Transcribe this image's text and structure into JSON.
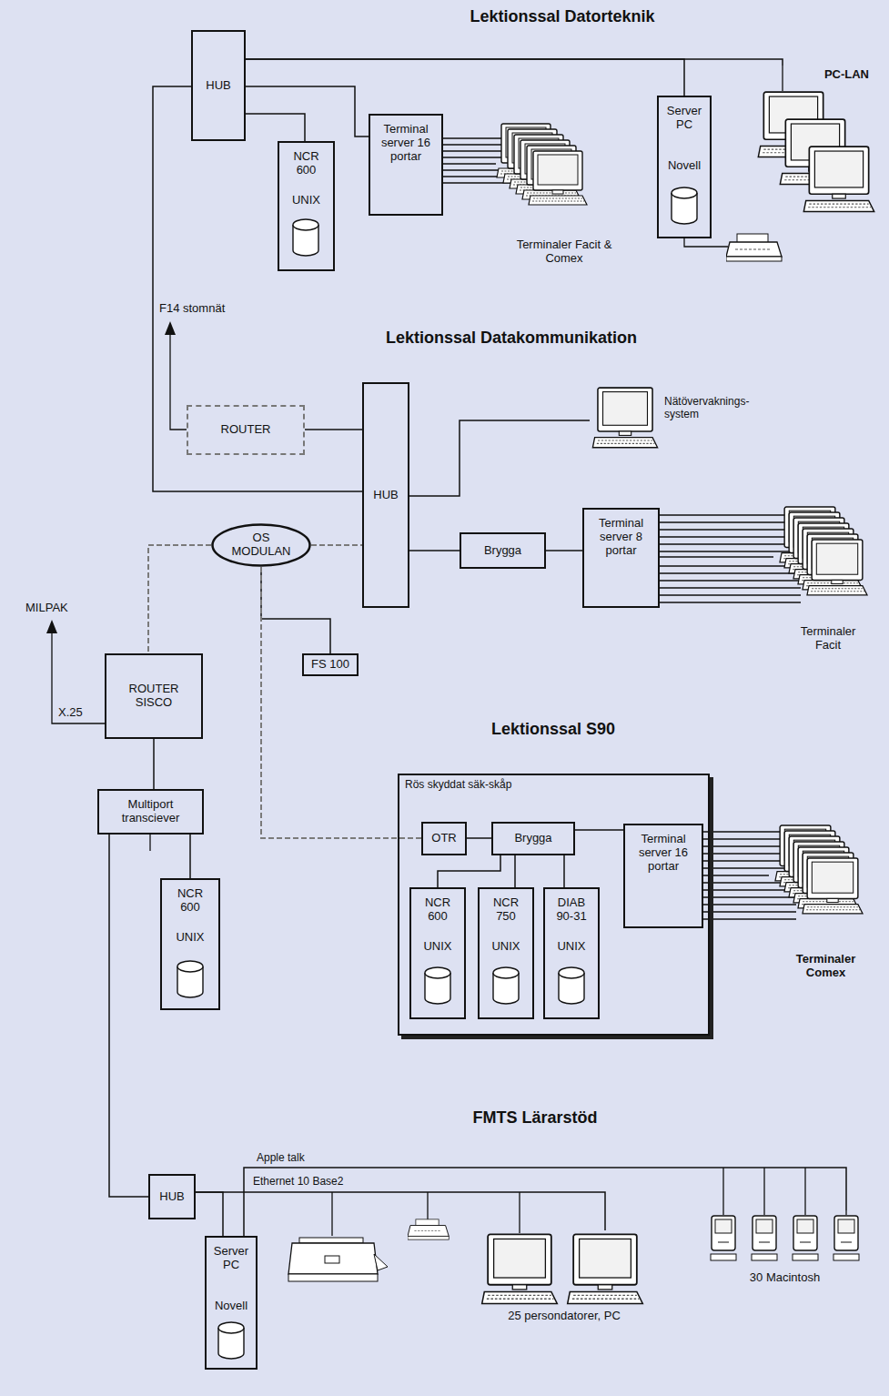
{
  "diagram": {
    "nodes": [
      {
        "text": [
          "HUB"
        ]
      },
      {
        "text": [
          "NCR 600",
          "UNIX"
        ]
      },
      {
        "text": [
          "Terminal server 16 portar"
        ]
      },
      {
        "text": [
          "Terminaler Facit & Comex"
        ]
      },
      {
        "text": [
          "Server PC",
          "Novell"
        ]
      },
      {
        "text": [
          "PC-LAN"
        ]
      },
      {
        "text": [
          "ROUTER"
        ]
      },
      {
        "text": [
          "HUB"
        ]
      },
      {
        "text": [
          "Nätövervaknings- system"
        ]
      },
      {
        "text": [
          "OS MODULAN"
        ]
      },
      {
        "text": [
          "Brygga"
        ]
      },
      {
        "text": [
          "Terminal server 8 portar"
        ]
      },
      {
        "text": [
          "Terminaler Facit"
        ]
      },
      {
        "text": [
          "FS 100"
        ]
      },
      {
        "text": [
          "ROUTER SISCO"
        ]
      },
      {
        "text": [
          "Multiport transciever"
        ]
      },
      {
        "text": [
          "NCR 600",
          "UNIX"
        ]
      },
      {
        "text": [
          "Rös skyddat säk-skåp"
        ]
      },
      {
        "text": [
          "OTR"
        ],
        "in": 17
      },
      {
        "text": [
          "Brygga"
        ],
        "in": 17
      },
      {
        "text": [
          "NCR 600",
          "UNIX"
        ],
        "in": 17
      },
      {
        "text": [
          "NCR 750",
          "UNIX"
        ],
        "in": 17
      },
      {
        "text": [
          "DIAB 90-31",
          "UNIX"
        ],
        "in": 17
      },
      {
        "text": [
          "Terminal server 16 portar"
        ],
        "in": 17
      },
      {
        "text": [
          "Terminaler Comex"
        ]
      },
      {
        "text": [
          "HUB"
        ]
      },
      {
        "text": [
          "Server PC",
          "Novell"
        ]
      },
      {
        "text": [
          "25 persondatorer, PC"
        ]
      },
      {
        "text": [
          "30 Macintosh"
        ]
      }
    ],
    "edges": [
      {
        "from": 0,
        "to": 1,
        "arrow": "none"
      },
      {
        "from": 0,
        "to": 2,
        "arrow": "none"
      },
      {
        "from": 0,
        "to": 4,
        "arrow": "none"
      },
      {
        "from": 0,
        "to": 5,
        "arrow": "none"
      },
      {
        "from": 2,
        "to": 3,
        "arrow": "none"
      },
      {
        "from": 0,
        "to": 7,
        "arrow": "none"
      },
      {
        "from": 6,
        "to": 7,
        "arrow": "none"
      },
      {
        "from": 7,
        "to": 8,
        "arrow": "none"
      },
      {
        "from": 9,
        "to": 7,
        "arrow": "none"
      },
      {
        "from": 7,
        "to": 10,
        "arrow": "none"
      },
      {
        "from": 10,
        "to": 11,
        "arrow": "none"
      },
      {
        "from": 11,
        "to": 12,
        "arrow": "none"
      },
      {
        "from": 9,
        "to": 13,
        "arrow": "none"
      },
      {
        "from": 9,
        "to": 14,
        "arrow": "none"
      },
      {
        "from": 9,
        "to": 18,
        "arrow": "none"
      },
      {
        "from": 14,
        "to": 15,
        "arrow": "none"
      },
      {
        "from": 15,
        "to": 16,
        "arrow": "none"
      },
      {
        "from": 15,
        "to": 25,
        "arrow": "none"
      },
      {
        "from": 18,
        "to": 19,
        "arrow": "none"
      },
      {
        "from": 19,
        "to": 20,
        "arrow": "none"
      },
      {
        "from": 19,
        "to": 21,
        "arrow": "none"
      },
      {
        "from": 19,
        "to": 22,
        "arrow": "none"
      },
      {
        "from": 19,
        "to": 23,
        "arrow": "none"
      },
      {
        "from": 23,
        "to": 24,
        "arrow": "none"
      },
      {
        "from": 25,
        "to": 26,
        "arrow": "none"
      },
      {
        "from": 25,
        "to": 27,
        "label": "Ethernet 10 Base2",
        "arrow": "none"
      },
      {
        "from": 26,
        "to": 28,
        "label": "Apple talk",
        "arrow": "none"
      }
    ],
    "labels": [
      "Lektionssal Datorteknik",
      "F14 stomnät",
      "Lektionssal Datakommunikation",
      "MILPAK",
      "X.25",
      "Lektionssal S90",
      "FMTS Lärarstöd"
    ]
  }
}
